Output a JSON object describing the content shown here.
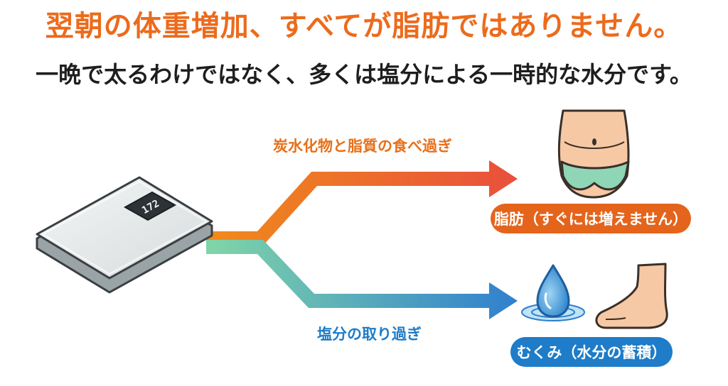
{
  "header": {
    "title": "翌朝の体重増加、すべてが脂肪ではありません。",
    "subtitle": "一晩で太るわけではなく、多くは塩分による一時的な水分です。"
  },
  "scale": {
    "display_value": "172",
    "icon": "bathroom-scale-icon"
  },
  "branches": {
    "top": {
      "label": "炭水化物と脂質の食べ過ぎ",
      "result": "脂肪（すぐには増えません）",
      "icon": "belly-icon",
      "color_start": "#f08a1c",
      "color_end": "#e84f3c"
    },
    "bottom": {
      "label": "塩分の取り過ぎ",
      "result": "むくみ（水分の蓄積）",
      "icons": [
        "water-drop-icon",
        "swollen-foot-icon"
      ],
      "color_start": "#7fd4a8",
      "color_end": "#2f7fcf"
    }
  },
  "colors": {
    "title_orange": "#ec6b1c",
    "fat_pill": "#e4641c",
    "water_pill": "#1e7cc8"
  }
}
